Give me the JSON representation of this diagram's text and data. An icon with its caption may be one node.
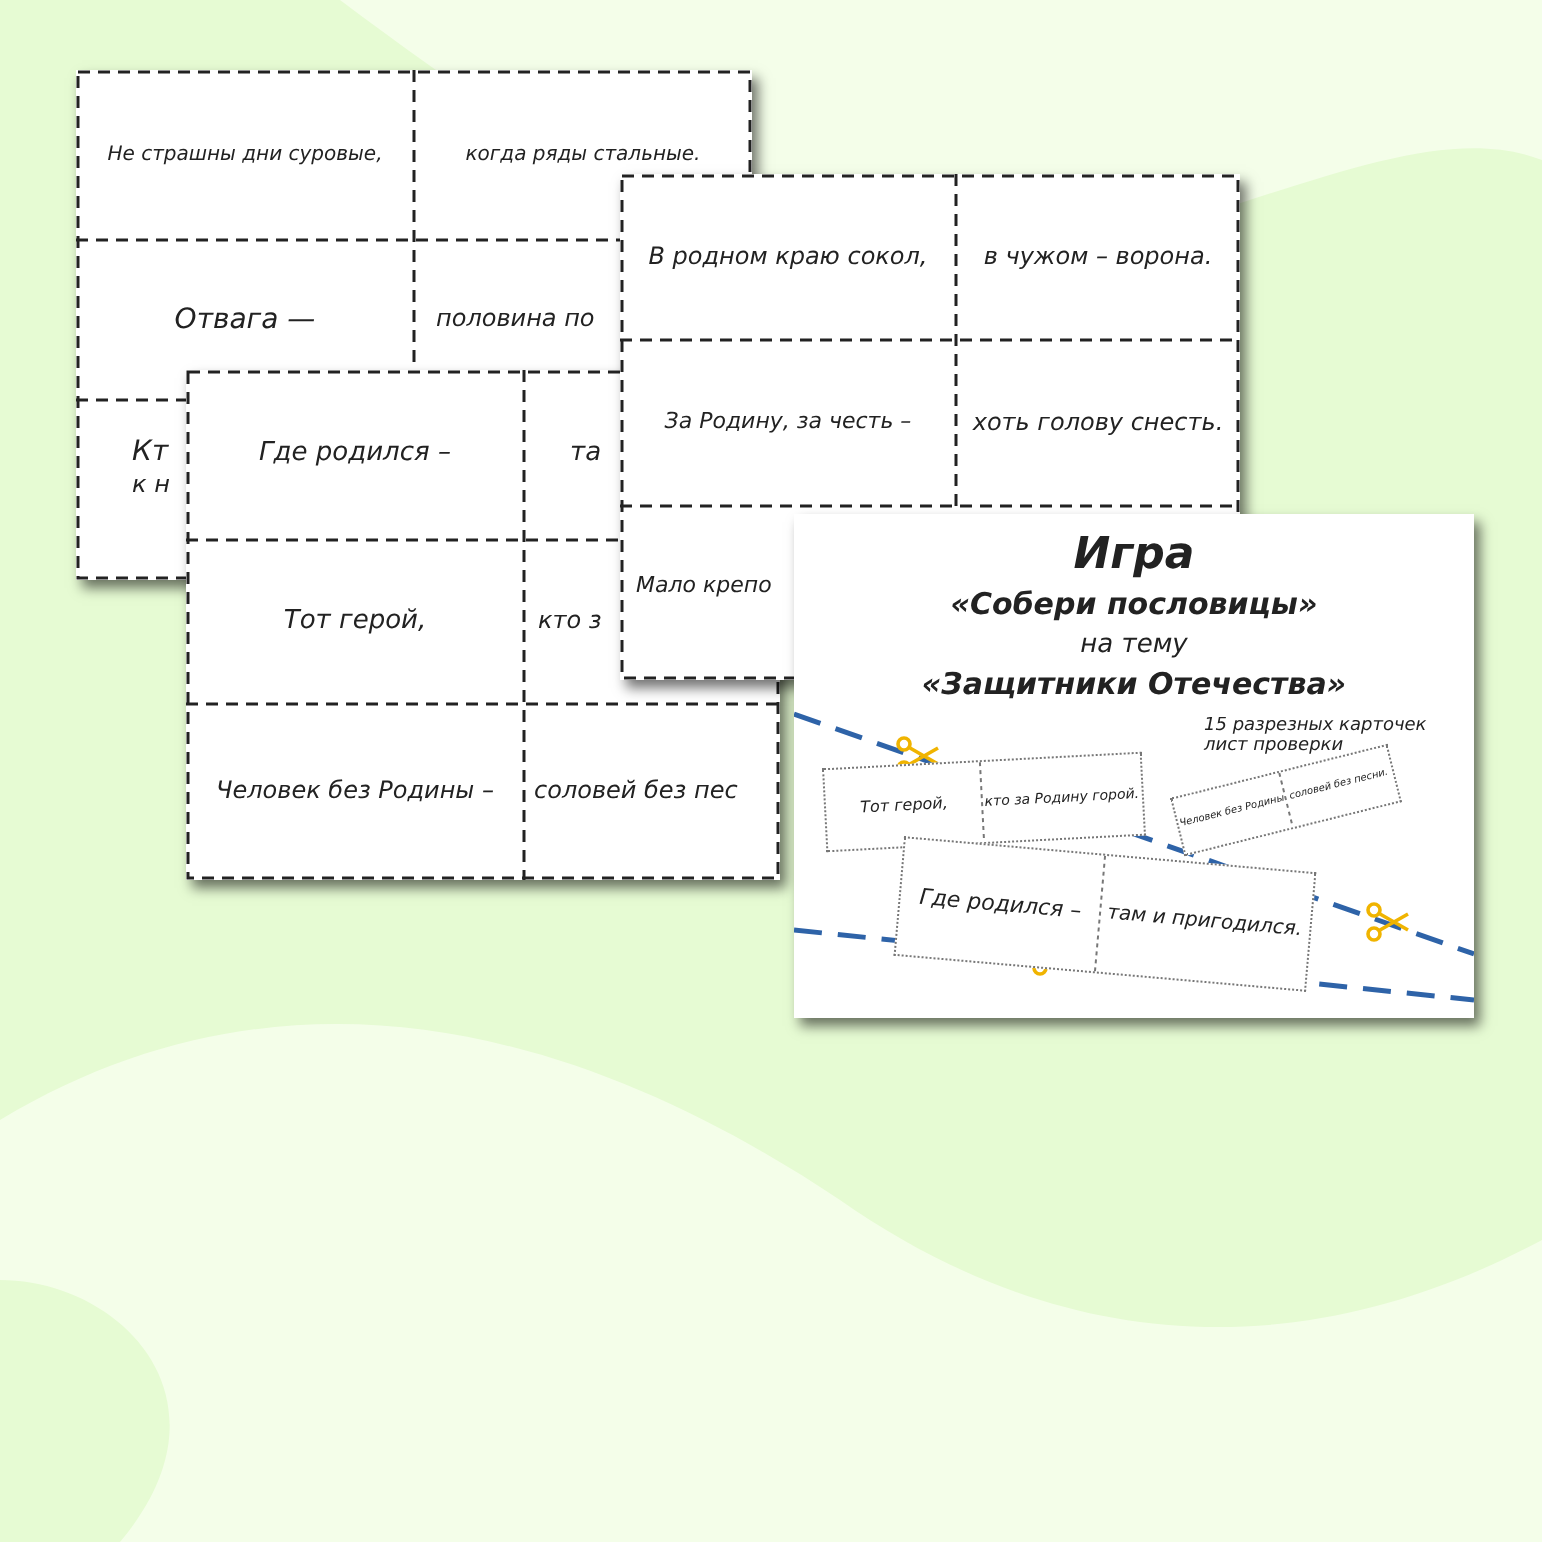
{
  "diagram": {
    "labels": [
      "Не страшны дни суровые,",
      "когда ряды стальные.",
      "Отвага —",
      "половина по",
      "Кт",
      "к н",
      "В родном краю сокол,",
      "в чужом – ворона.",
      "За Родину, за честь –",
      "хоть голову снесть.",
      "Где родился –",
      "та",
      "Мало крепо",
      "Тот герой,",
      "кто з",
      "Человек без Родины –",
      "соловей без пес",
      "Игра",
      "«Собери пословицы»",
      "на тему",
      "«Защитники Отечества»",
      "15 разрезных карточек лист проверки",
      "Тот герой,",
      "кто за Родину горой.",
      "Человек без Родины",
      "соловей без песни.",
      "Где родился –",
      "там и пригодился."
    ]
  }
}
